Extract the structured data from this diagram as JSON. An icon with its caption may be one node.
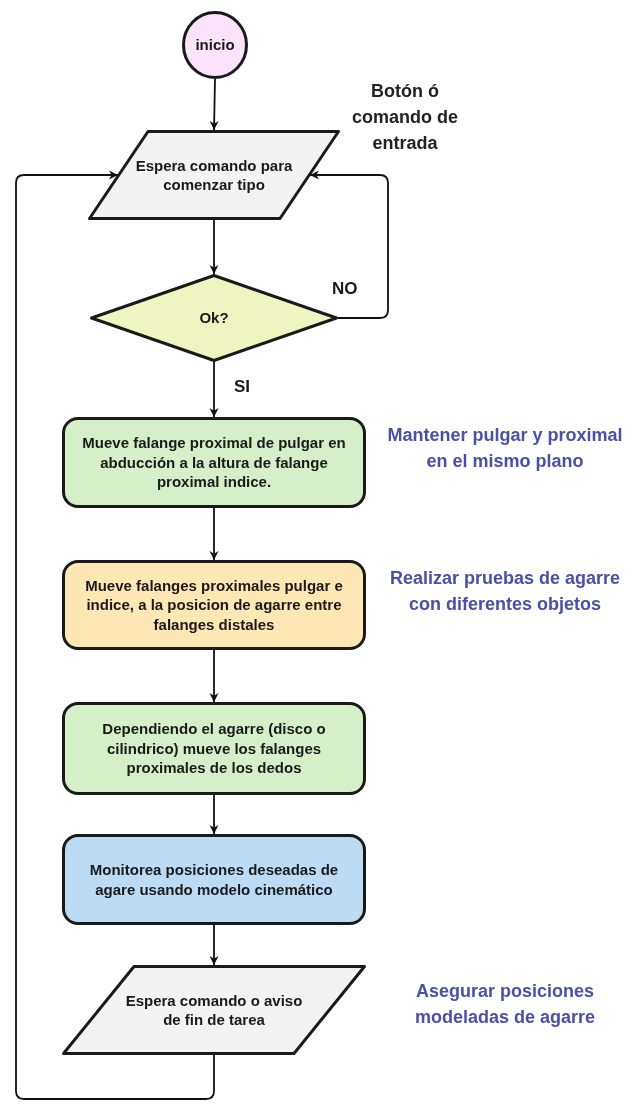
{
  "diagram": {
    "nodes": [
      {
        "text": [
          "inicio"
        ]
      },
      {
        "text": [
          "Espera comando para comenzar tipo"
        ],
        "beside": [
          "Botón ó comando de entrada"
        ]
      },
      {
        "text": [
          "Ok?"
        ]
      },
      {
        "text": [
          "Mueve falange proximal de pulgar en abducción a la altura de falange proximal indice."
        ],
        "beside": [
          "Mantener pulgar y proximal en el mismo plano"
        ]
      },
      {
        "text": [
          "Mueve falanges proximales pulgar e indice, a la posicion de agarre entre falanges distales"
        ],
        "beside": [
          "Realizar pruebas de agarre con diferentes objetos"
        ]
      },
      {
        "text": [
          "Dependiendo el agarre (disco o cilindrico) mueve los falanges proximales de los dedos"
        ]
      },
      {
        "text": [
          "Monitorea posiciones deseadas de agare usando modelo cinemático"
        ]
      },
      {
        "text": [
          "Espera comando o aviso de fin de tarea"
        ],
        "beside": [
          "Asegurar posiciones modeladas de agarre"
        ]
      }
    ],
    "edges": [
      {
        "from": 0,
        "to": 1,
        "arrow": "to"
      },
      {
        "from": 1,
        "to": 2,
        "arrow": "to"
      },
      {
        "from": 2,
        "to": 3,
        "arrow": "to",
        "label": "SI"
      },
      {
        "from": 2,
        "to": 1,
        "arrow": "to",
        "label": "NO"
      },
      {
        "from": 3,
        "to": 4,
        "arrow": "to"
      },
      {
        "from": 4,
        "to": 5,
        "arrow": "to"
      },
      {
        "from": 5,
        "to": 6,
        "arrow": "to"
      },
      {
        "from": 6,
        "to": 7,
        "arrow": "to"
      },
      {
        "from": 7,
        "to": 1,
        "arrow": "to"
      }
    ]
  }
}
